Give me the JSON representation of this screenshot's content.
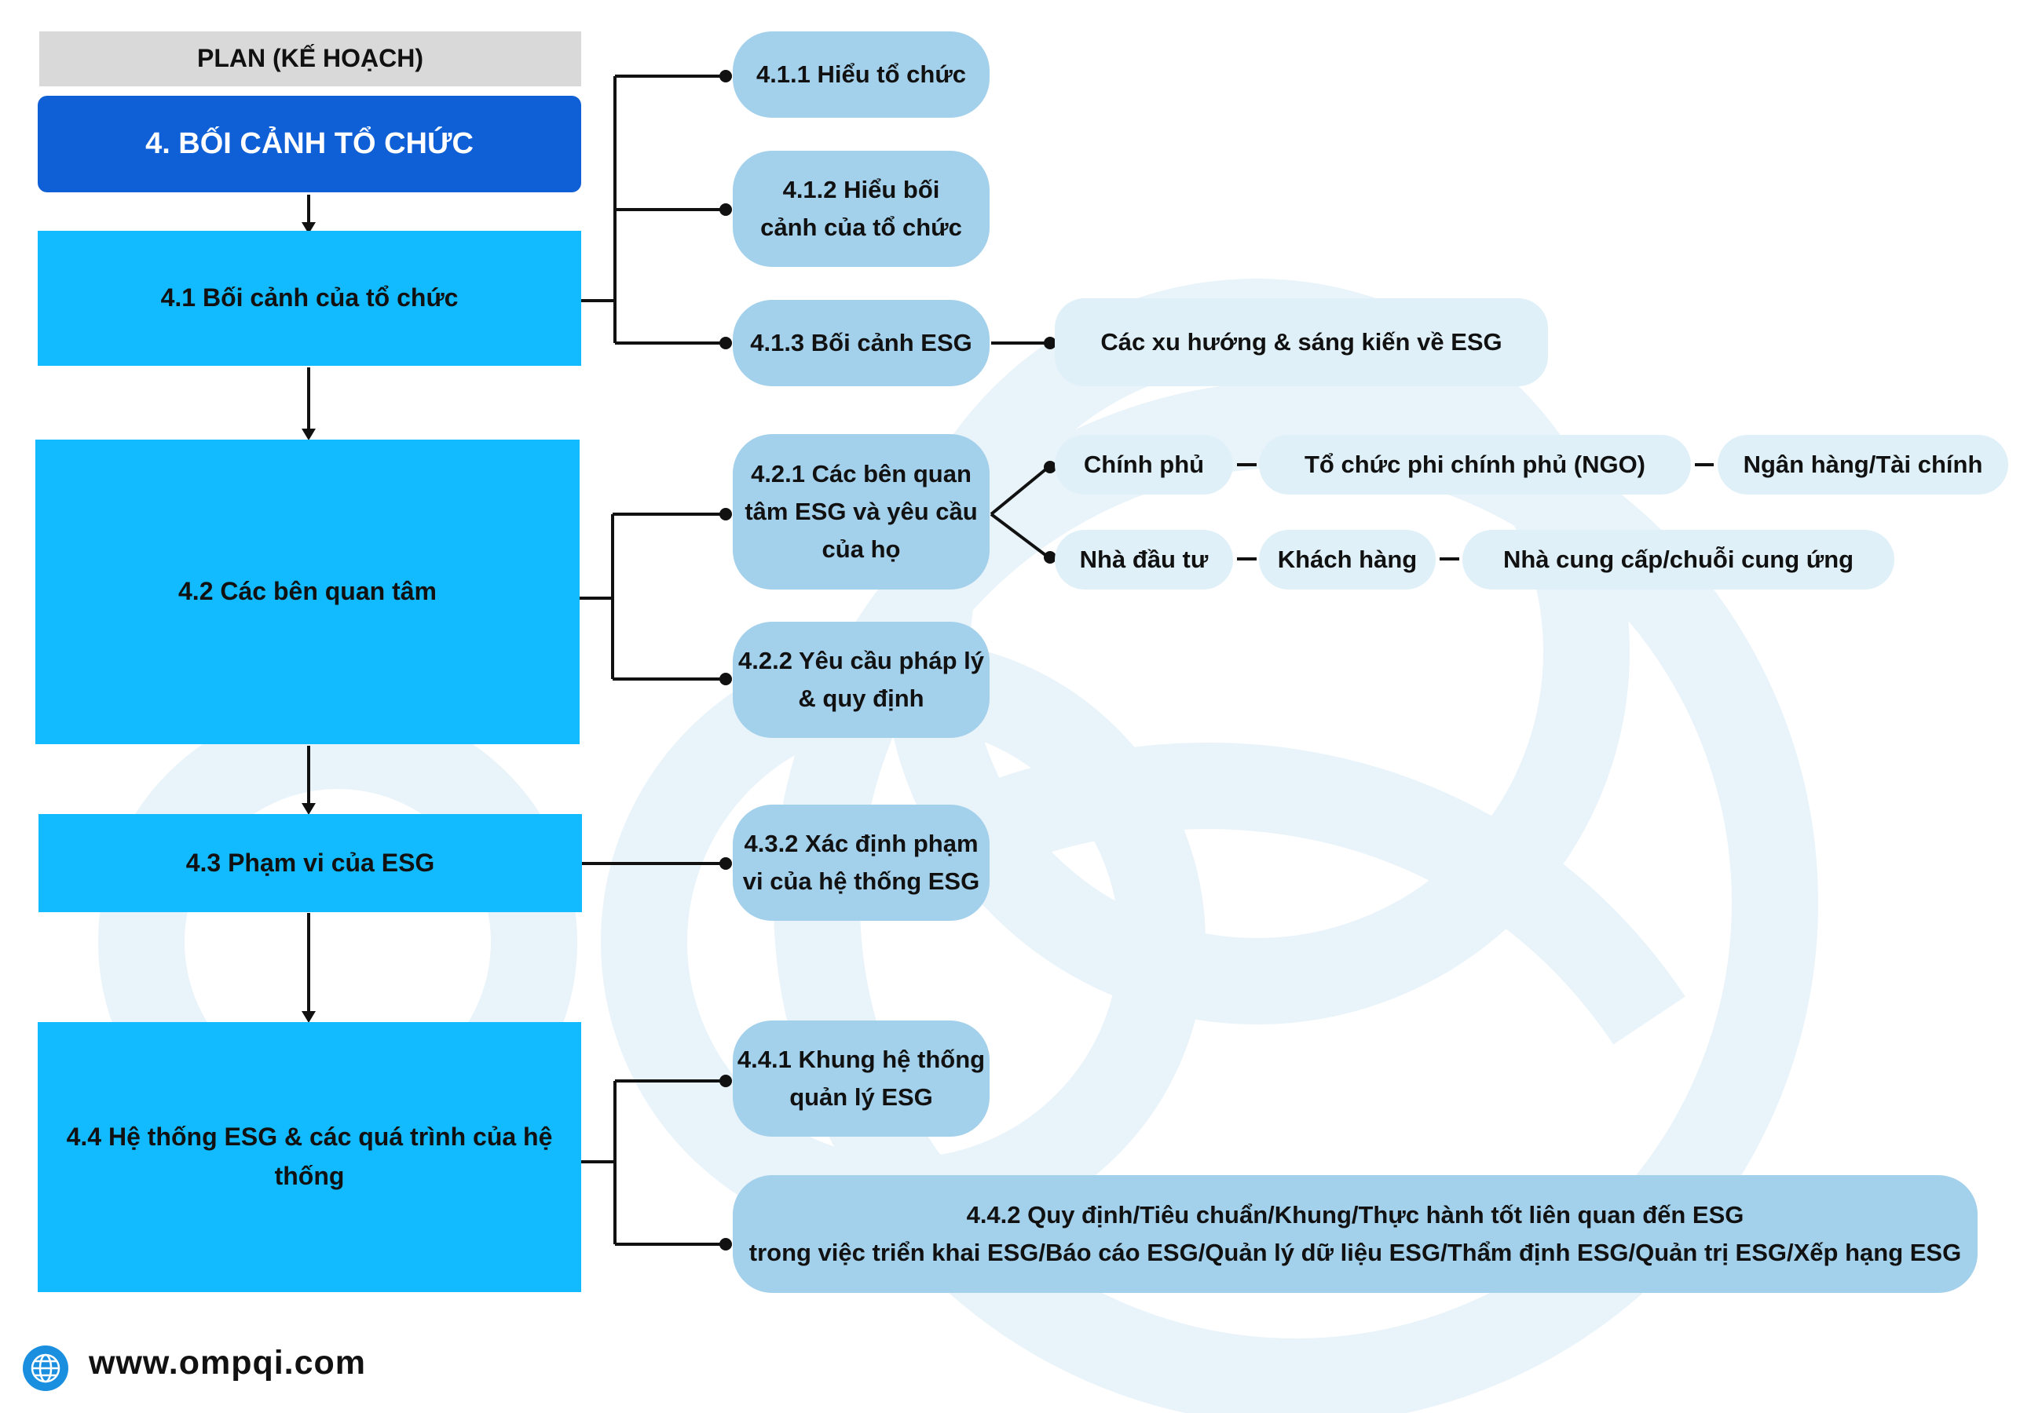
{
  "plan_label": "PLAN (KẾ HOẠCH)",
  "title": "4. BỐI CẢNH TỔ CHỨC",
  "sections": {
    "s41": "4.1 Bối cảnh của tổ chức",
    "s42": "4.2 Các bên quan tâm",
    "s43": "4.3 Phạm vi của ESG",
    "s44": "4.4 Hệ thống ESG & các quá trình của hệ thống"
  },
  "subs": {
    "s411": "4.1.1 Hiểu tổ chức",
    "s412": "4.1.2 Hiểu bối cảnh của tổ chức",
    "s413": "4.1.3 Bối cảnh ESG",
    "s421": "4.2.1 Các bên quan tâm ESG và yêu cầu của họ",
    "s422": "4.2.2 Yêu cầu pháp lý & quy định",
    "s432": "4.3.2 Xác định phạm vi của hệ thống ESG",
    "s441": "4.4.1 Khung hệ thống quản lý ESG",
    "s442_line1": "4.4.2 Quy định/Tiêu chuẩn/Khung/Thực hành tốt liên quan đến ESG",
    "s442_line2": "trong việc triển khai ESG/Báo cáo ESG/Quản lý dữ liệu ESG/Thẩm định ESG/Quản trị ESG/Xếp hạng ESG"
  },
  "leaves": {
    "esg_trends": "Các xu hướng & sáng kiến về ESG",
    "government": "Chính phủ",
    "ngo": "Tổ chức phi chính phủ (NGO)",
    "banks": "Ngân hàng/Tài chính",
    "investors": "Nhà đầu tư",
    "customers": "Khách hàng",
    "suppliers": "Nhà cung cấp/chuỗi cung ứng"
  },
  "footer": {
    "website": "www.ompqi.com",
    "icon": "globe-icon"
  },
  "colors": {
    "plan_bg": "#d9d9d9",
    "title_bg": "#0f5fd7",
    "section_bg": "#12baff",
    "sub_bg": "#a3d0eb",
    "leaf_bg": "#dff0f8",
    "watermark": "#e8f3fa",
    "globe": "#1a8fe0"
  }
}
